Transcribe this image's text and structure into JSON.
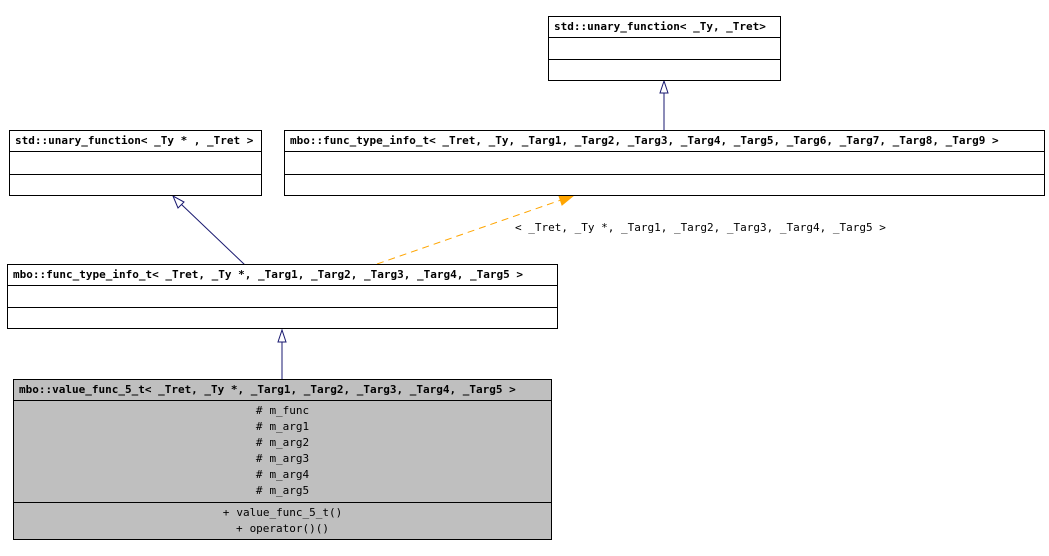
{
  "classes": {
    "std_unary_function_ty_tret": {
      "title": "std::unary_function< _Ty, _Tret>",
      "attributes": [],
      "methods": []
    },
    "std_unary_function_typtr_tret": {
      "title": "std::unary_function< _Ty * , _Tret >",
      "attributes": [],
      "methods": []
    },
    "func_type_info_t_template": {
      "title": "mbo::func_type_info_t< _Tret, _Ty, _Targ1, _Targ2, _Targ3, _Targ4, _Targ5, _Targ6, _Targ7, _Targ8, _Targ9 >",
      "attributes": [],
      "methods": []
    },
    "func_type_info_t_5": {
      "title": "mbo::func_type_info_t< _Tret, _Ty *, _Targ1, _Targ2, _Targ3, _Targ4, _Targ5 >",
      "attributes": [],
      "methods": []
    },
    "value_func_5_t": {
      "title": "mbo::value_func_5_t< _Tret, _Ty *, _Targ1, _Targ2, _Targ3, _Targ4, _Targ5 >",
      "attributes": [
        {
          "visibility": "#",
          "name": "m_func"
        },
        {
          "visibility": "#",
          "name": "m_arg1"
        },
        {
          "visibility": "#",
          "name": "m_arg2"
        },
        {
          "visibility": "#",
          "name": "m_arg3"
        },
        {
          "visibility": "#",
          "name": "m_arg4"
        },
        {
          "visibility": "#",
          "name": "m_arg5"
        }
      ],
      "methods": [
        {
          "visibility": "+",
          "name": "value_func_5_t()"
        },
        {
          "visibility": "+",
          "name": "operator()()"
        }
      ]
    }
  },
  "edges": {
    "template_binding_label": "< _Tret, _Ty *, _Targ1, _Targ2, _Targ3, _Targ4, _Targ5 >"
  },
  "colors": {
    "inheritance": "#191970",
    "template_binding": "#ffa500",
    "highlight_fill": "#bfbfbf"
  }
}
